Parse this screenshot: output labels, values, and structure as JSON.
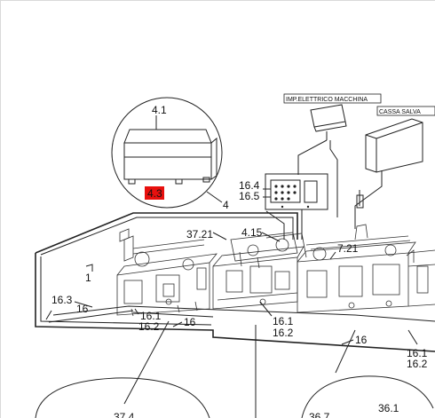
{
  "colors": {
    "background": "#ffffff",
    "line": "#222222",
    "highlight": "#e8100e"
  },
  "callouts": {
    "detail_top": "4.1",
    "detail_selected": "4.3",
    "detail_ref": "4",
    "panel_a": "16.4",
    "panel_b": "16.5",
    "p37_21": "37.21",
    "p4_15": "4.15",
    "p7_21": "7.21",
    "p1": "1",
    "p16_3": "16.3",
    "p16_left": "16",
    "p16_1_left": "16.1",
    "p16_2_left": "16.2",
    "p16_mid": "16",
    "p16_1_mid": "16.1",
    "p16_2_mid": "16.2",
    "p16_right": "16",
    "p16_1_right": "16.1",
    "p16_2_right": "16.2",
    "p36_1": "36.1",
    "p37_bottom": "37.4",
    "p36_bottom": "36.7"
  },
  "boxes": {
    "imp_label": "IMP.ELETTRICO MACCHINA",
    "cassa_label": "CASSA SALVA"
  }
}
